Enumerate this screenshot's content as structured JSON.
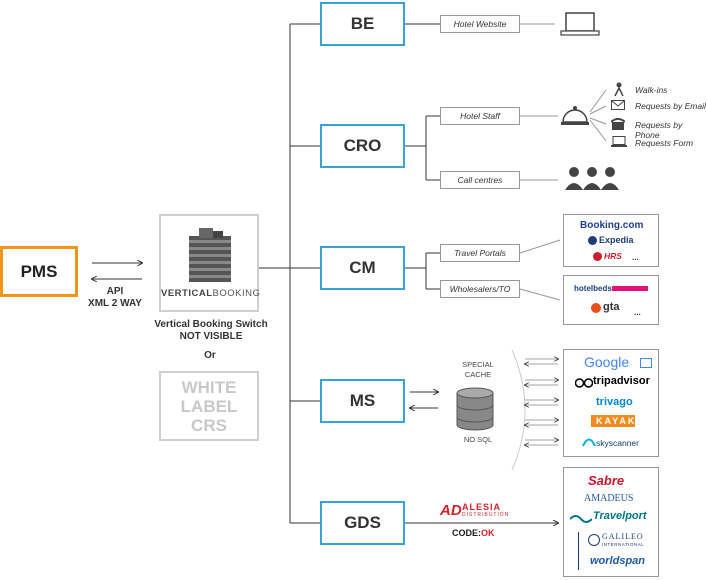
{
  "pms": {
    "label": "PMS"
  },
  "api": {
    "line1": "API",
    "line2": "XML 2 WAY"
  },
  "vertical_booking": {
    "logo_text_bold": "VERTICAL",
    "logo_text_light": "BOOKING",
    "caption_line1": "Vertical Booking Switch",
    "caption_line2": "NOT VISIBLE"
  },
  "or_label": "Or",
  "white_label": {
    "line1": "WHITE",
    "line2": "LABEL",
    "line3": "CRS"
  },
  "channels": {
    "be": "BE",
    "cro": "CRO",
    "cm": "CM",
    "ms": "MS",
    "gds": "GDS"
  },
  "be": {
    "hotel_website": "Hotel Website"
  },
  "cro": {
    "hotel_staff": "Hotel Staff",
    "call_centres": "Call centres",
    "items": [
      "Walk-ins",
      "Requests by Email",
      "Requests by Phone",
      "Requests Form"
    ]
  },
  "cm": {
    "travel_portals": "Travel Portals",
    "wholesalers": "Wholesalers/TO",
    "portal_logos": [
      "Booking.com",
      "Expedia",
      "HRS",
      "..."
    ],
    "wholesaler_logos": [
      "hotelbeds",
      "gta",
      "..."
    ]
  },
  "ms": {
    "cache_line1": "SPECIAL",
    "cache_line2": "CACHE",
    "nosql": "NO SQL",
    "logos": [
      "Google",
      "tripadvisor",
      "trivago",
      "KAYAK",
      "skyscanner"
    ]
  },
  "gds": {
    "alesia_ad": "AD",
    "alesia_name": "ALESIA",
    "alesia_sub": "DISTRIBUTION",
    "codeok_code": "CODE:",
    "codeok_ok": "OK",
    "logos": [
      "Sabre",
      "AMADEUS",
      "Travelport",
      "GALILEO",
      "INTERNATIONAL",
      "worldspan"
    ]
  },
  "colors": {
    "pms_border": "#f0941c",
    "channel_border": "#3aa2d8"
  }
}
